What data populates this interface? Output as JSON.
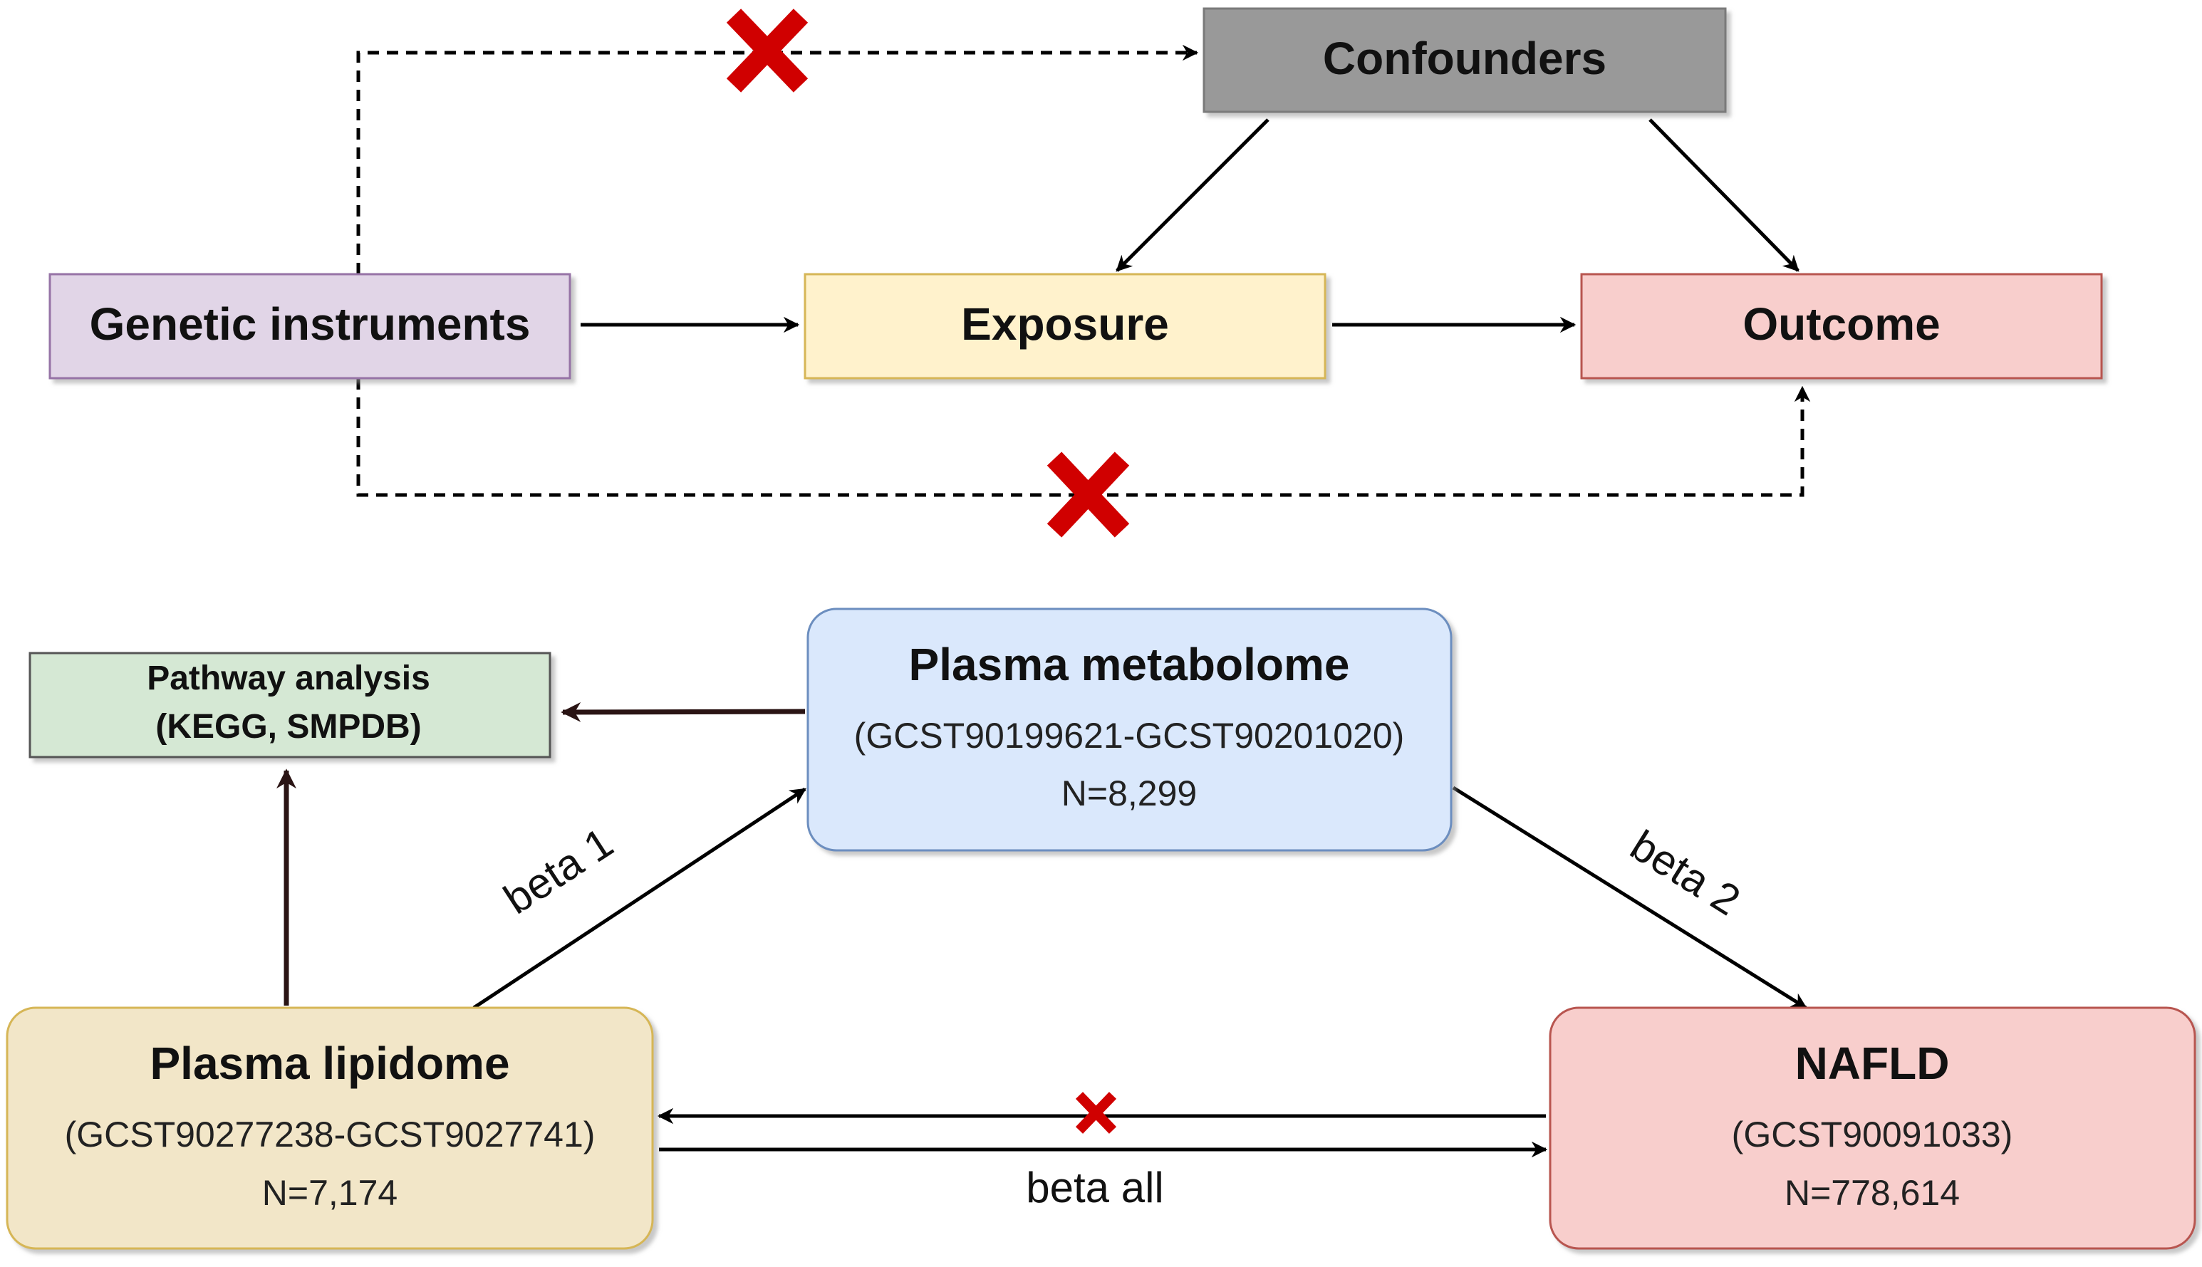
{
  "top_diagram": {
    "confounders": {
      "label": "Confounders",
      "fill": "#999999"
    },
    "genetic_instruments": {
      "label": "Genetic instruments",
      "fill": "#e1d5e7"
    },
    "exposure": {
      "label": "Exposure",
      "fill": "#fff2cc"
    },
    "outcome": {
      "label": "Outcome",
      "fill": "#f8cecc"
    },
    "blocked_marker_color": "#d00000"
  },
  "bottom_diagram": {
    "pathway": {
      "line1": "Pathway analysis",
      "line2": "(KEGG, SMPDB)",
      "fill": "#d5e8d4"
    },
    "metabolome": {
      "title": "Plasma metabolome",
      "ids": "(GCST90199621-GCST90201020)",
      "n": "N=8,299",
      "fill": "#dae8fc"
    },
    "lipidome": {
      "title": "Plasma lipidome",
      "ids": "(GCST90277238-GCST9027741)",
      "n": "N=7,174",
      "fill": "#f2e6c8"
    },
    "nafld": {
      "title": "NAFLD",
      "ids": "(GCST90091033)",
      "n": "N=778,614",
      "fill": "#f8cecc"
    },
    "edge_labels": {
      "beta1": "beta 1",
      "beta2": "beta 2",
      "beta_all": "beta all"
    }
  }
}
